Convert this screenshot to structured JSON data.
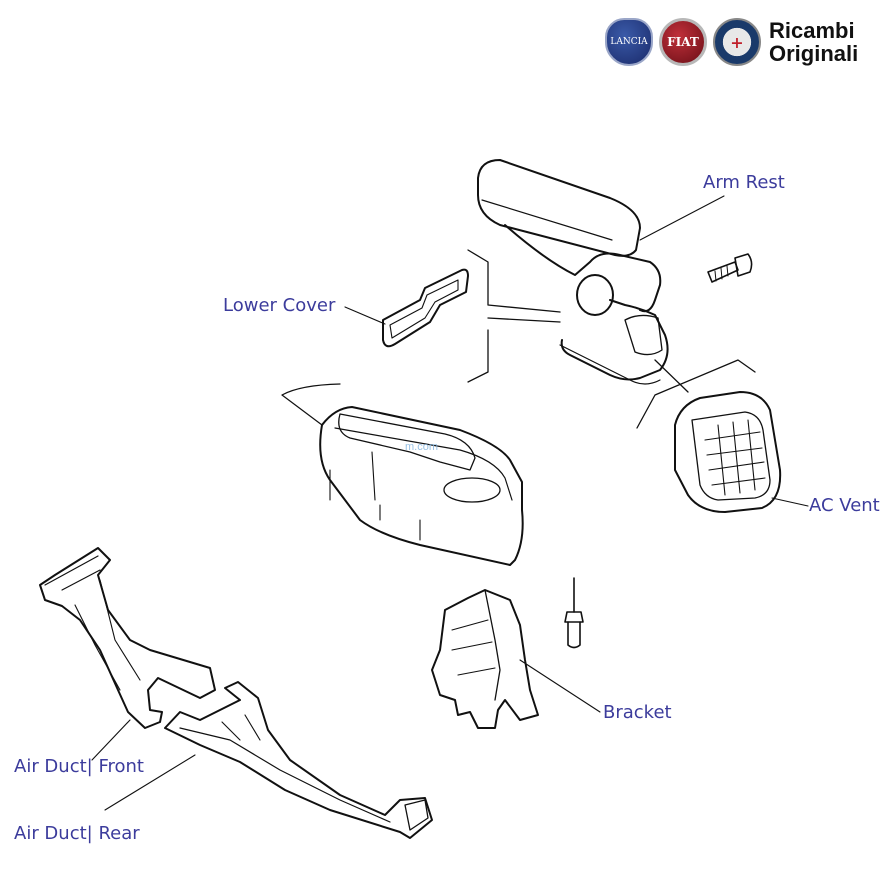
{
  "brand": {
    "logos": [
      "Lancia",
      "Fiat",
      "Alfa Romeo"
    ],
    "fiat_text": "FIAT",
    "lancia_text": "LANCIA",
    "title_line1": "Ricambi",
    "title_line2": "Originali"
  },
  "watermark": "m.com",
  "labels": {
    "arm_rest": "Arm Rest",
    "lower_cover": "Lower Cover",
    "ac_vent": "AC Vent",
    "bracket": "Bracket",
    "air_duct_front": "Air Duct| Front",
    "air_duct_rear": "Air Duct| Rear"
  },
  "colors": {
    "label": "#3c3c9c",
    "line": "#111111"
  }
}
